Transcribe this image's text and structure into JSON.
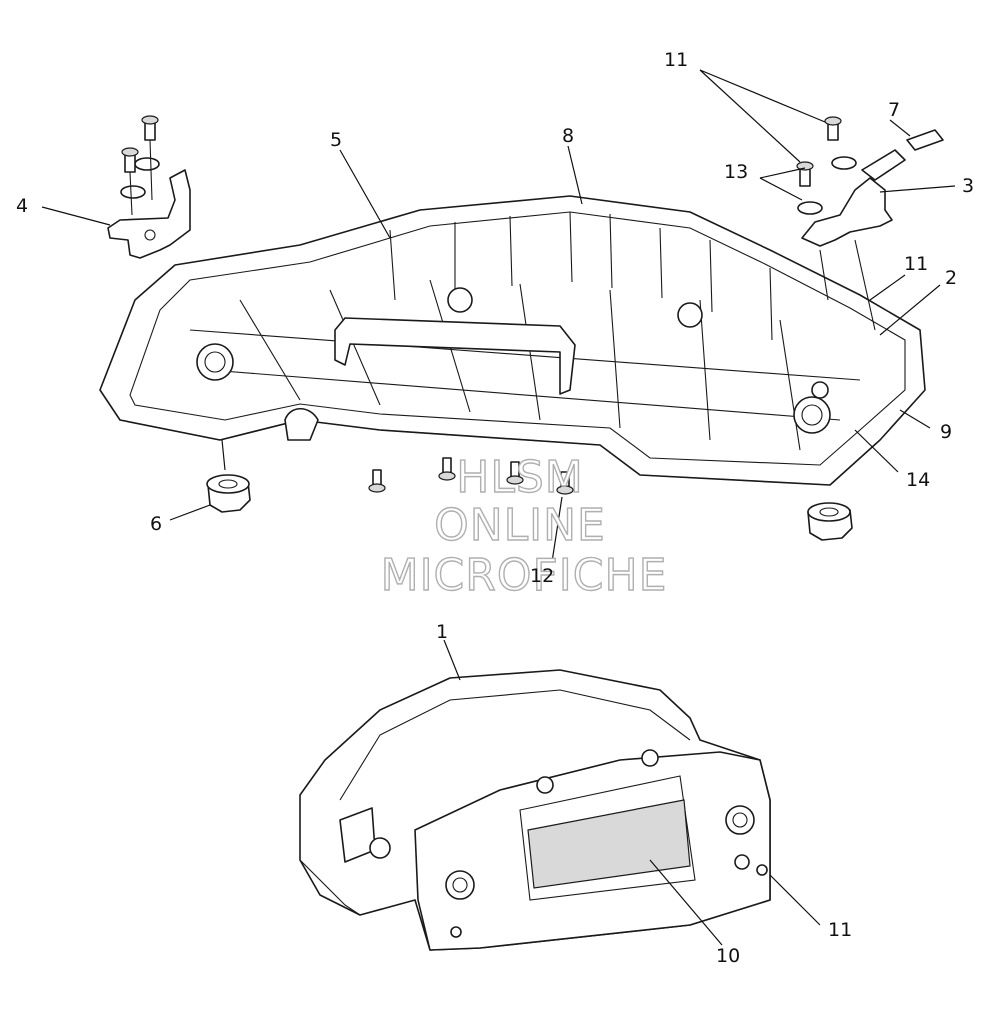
{
  "diagram": {
    "callouts": [
      {
        "id": "c1",
        "text": "1"
      },
      {
        "id": "c2",
        "text": "2"
      },
      {
        "id": "c3",
        "text": "3"
      },
      {
        "id": "c4",
        "text": "4"
      },
      {
        "id": "c5",
        "text": "5"
      },
      {
        "id": "c6",
        "text": "6"
      },
      {
        "id": "c7",
        "text": "7"
      },
      {
        "id": "c8",
        "text": "8"
      },
      {
        "id": "c9",
        "text": "9"
      },
      {
        "id": "c10",
        "text": "10"
      },
      {
        "id": "c11a",
        "text": "11"
      },
      {
        "id": "c11b",
        "text": "11"
      },
      {
        "id": "c11c",
        "text": "11"
      },
      {
        "id": "c12",
        "text": "12"
      },
      {
        "id": "c13",
        "text": "13"
      },
      {
        "id": "c14",
        "text": "14"
      }
    ],
    "watermark": [
      "HLSM",
      "ONLINE",
      "MICROFICHE"
    ]
  }
}
